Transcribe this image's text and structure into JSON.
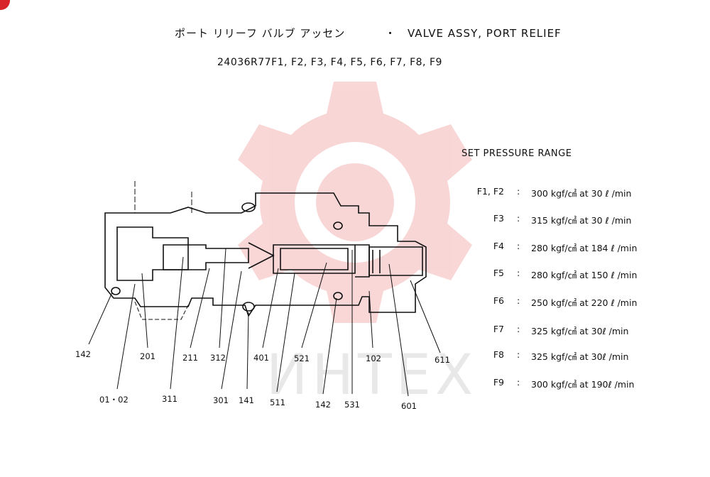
{
  "header": {
    "title_jp": "ポート リリーフ バルブ アッセン",
    "separator": "・",
    "title_en": "VALVE ASSY, PORT RELIEF",
    "part_numbers": "24036R77F1, F2, F3, F4, F5, F6, F7, F8, F9"
  },
  "pressure_range": {
    "heading": "SET PRESSURE RANGE",
    "rows": [
      {
        "code": "F1, F2",
        "colon": ":",
        "spec": "300 kgf/㎠  at  30 ℓ /min"
      },
      {
        "code": "F3",
        "colon": ":",
        "spec": "315 kgf/㎠  at  30 ℓ /min"
      },
      {
        "code": "F4",
        "colon": ":",
        "spec": "280 kgf/㎠  at  184 ℓ /min"
      },
      {
        "code": "F5",
        "colon": ":",
        "spec": "280 kgf/㎠  at  150 ℓ /min"
      },
      {
        "code": "F6",
        "colon": ":",
        "spec": "250 kgf/㎠  at  220 ℓ /min"
      },
      {
        "code": "F7",
        "colon": ":",
        "spec": "325 kgf/㎠  at  30ℓ /min"
      },
      {
        "code": "F8",
        "colon": ":",
        "spec": "325 kgf/㎠  at  30ℓ /min"
      },
      {
        "code": "F9",
        "colon": ":",
        "spec": "300 kgf/㎠ at 190ℓ /min"
      }
    ]
  },
  "callouts": [
    "142",
    "201",
    "211",
    "312",
    "401",
    "521",
    "102",
    "611",
    "01・02",
    "311",
    "301",
    "141",
    "511",
    "142",
    "531",
    "601"
  ],
  "watermark": {
    "text": "ИНТЕХ",
    "color": "#e8e8e8",
    "gear_color": "#f8d0d0"
  },
  "colors": {
    "badge": "#d8232a",
    "ink": "#111111"
  }
}
